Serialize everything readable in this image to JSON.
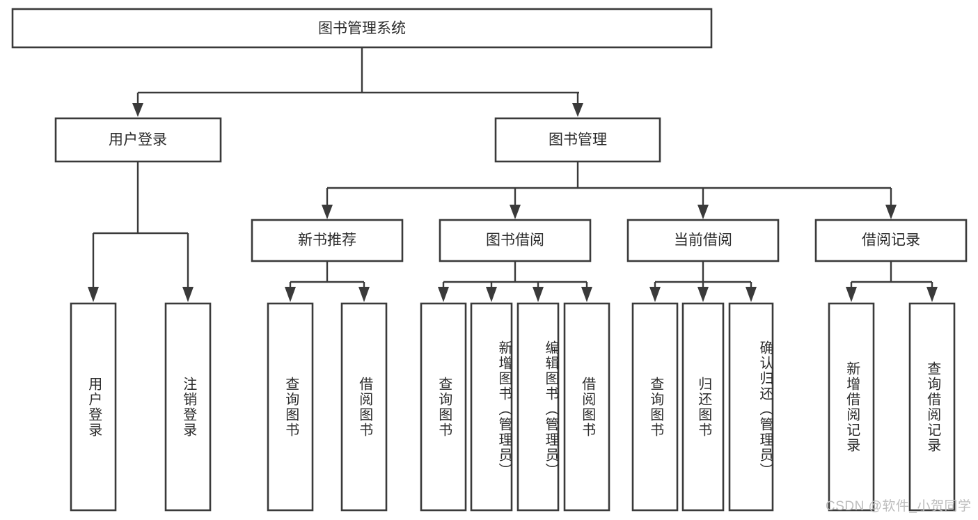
{
  "diagram": {
    "type": "tree",
    "title": "图书管理系统",
    "watermark": "CSDN @软件_小贺同学",
    "colors": {
      "stroke": "#3a3a3a",
      "box_fill": "#ffffff",
      "text": "#2b2b2b",
      "background": "#ffffff",
      "watermark": "#bdbdbd"
    },
    "nodes": {
      "root": {
        "label": "图书管理系统"
      },
      "level2": [
        {
          "label": "用户登录"
        },
        {
          "label": "图书管理"
        }
      ],
      "level3": [
        {
          "label": "新书推荐"
        },
        {
          "label": "图书借阅"
        },
        {
          "label": "当前借阅"
        },
        {
          "label": "借阅记录"
        }
      ],
      "leaves": {
        "user_login": [
          {
            "label": "用户登录"
          },
          {
            "label": "注销登录"
          }
        ],
        "new_book_recommend": [
          {
            "label": "查询图书"
          },
          {
            "label": "借阅图书"
          }
        ],
        "book_borrow": [
          {
            "label": "查询图书"
          },
          {
            "label": "新增图书（管理员）"
          },
          {
            "label": "编辑图书（管理员）"
          },
          {
            "label": "借阅图书"
          }
        ],
        "current_borrow": [
          {
            "label": "查询图书"
          },
          {
            "label": "归还图书"
          },
          {
            "label": "确认归还（管理员）"
          }
        ],
        "borrow_record": [
          {
            "label": "新增借阅记录"
          },
          {
            "label": "查询借阅记录"
          }
        ]
      }
    },
    "edges": [
      {
        "from": "图书管理系统",
        "to": "用户登录"
      },
      {
        "from": "图书管理系统",
        "to": "图书管理"
      },
      {
        "from": "用户登录",
        "to": "用户登录"
      },
      {
        "from": "用户登录",
        "to": "注销登录"
      },
      {
        "from": "图书管理",
        "to": "新书推荐"
      },
      {
        "from": "图书管理",
        "to": "图书借阅"
      },
      {
        "from": "图书管理",
        "to": "当前借阅"
      },
      {
        "from": "图书管理",
        "to": "借阅记录"
      },
      {
        "from": "新书推荐",
        "to": "查询图书"
      },
      {
        "from": "新书推荐",
        "to": "借阅图书"
      },
      {
        "from": "图书借阅",
        "to": "查询图书"
      },
      {
        "from": "图书借阅",
        "to": "新增图书（管理员）"
      },
      {
        "from": "图书借阅",
        "to": "编辑图书（管理员）"
      },
      {
        "from": "图书借阅",
        "to": "借阅图书"
      },
      {
        "from": "当前借阅",
        "to": "查询图书"
      },
      {
        "from": "当前借阅",
        "to": "归还图书"
      },
      {
        "from": "当前借阅",
        "to": "确认归还（管理员）"
      },
      {
        "from": "借阅记录",
        "to": "新增借阅记录"
      },
      {
        "from": "借阅记录",
        "to": "查询借阅记录"
      }
    ]
  }
}
